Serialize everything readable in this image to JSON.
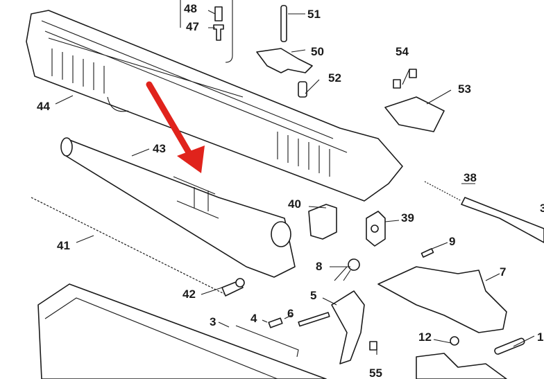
{
  "diagram": {
    "parts": [
      {
        "id": "48",
        "label": "48"
      },
      {
        "id": "47",
        "label": "47"
      },
      {
        "id": "51",
        "label": "51"
      },
      {
        "id": "50",
        "label": "50"
      },
      {
        "id": "52",
        "label": "52"
      },
      {
        "id": "54",
        "label": "54"
      },
      {
        "id": "53",
        "label": "53"
      },
      {
        "id": "44",
        "label": "44"
      },
      {
        "id": "43",
        "label": "43"
      },
      {
        "id": "38",
        "label": "38"
      },
      {
        "id": "40",
        "label": "40"
      },
      {
        "id": "39",
        "label": "39"
      },
      {
        "id": "41",
        "label": "41"
      },
      {
        "id": "9",
        "label": "9"
      },
      {
        "id": "8",
        "label": "8"
      },
      {
        "id": "7",
        "label": "7"
      },
      {
        "id": "42",
        "label": "42"
      },
      {
        "id": "5",
        "label": "5"
      },
      {
        "id": "6",
        "label": "6"
      },
      {
        "id": "4",
        "label": "4"
      },
      {
        "id": "3",
        "label": "3"
      },
      {
        "id": "12",
        "label": "12"
      },
      {
        "id": "55",
        "label": "55"
      },
      {
        "id": "1",
        "label": "1"
      },
      {
        "id": "3b",
        "label": "3"
      }
    ],
    "arrow_color": "#e0231c"
  }
}
